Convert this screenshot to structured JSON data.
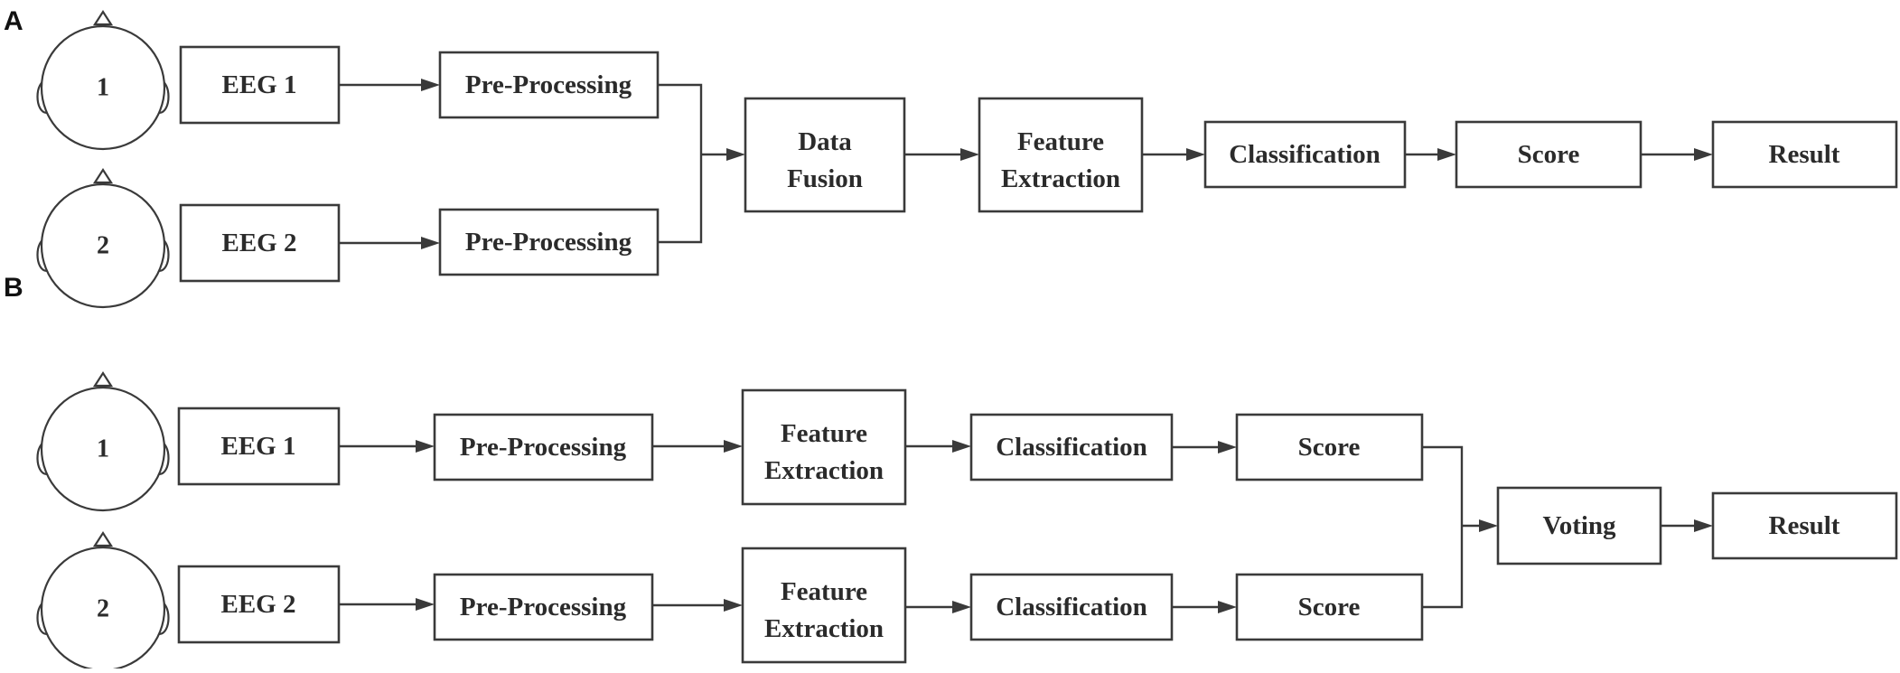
{
  "panel_a": {
    "label": "A",
    "subjects": [
      {
        "head": "1",
        "eeg": "EEG 1",
        "preprocessing": "Pre-Processing"
      },
      {
        "head": "2",
        "eeg": "EEG 2",
        "preprocessing": "Pre-Processing"
      }
    ],
    "fusion": [
      "Data",
      "Fusion"
    ],
    "feature": [
      "Feature",
      "Extraction"
    ],
    "classification": "Classification",
    "score": "Score",
    "result": "Result"
  },
  "panel_b": {
    "label": "B",
    "subjects": [
      {
        "head": "1",
        "eeg": "EEG 1",
        "preprocessing": "Pre-Processing",
        "feature": [
          "Feature",
          "Extraction"
        ],
        "classification": "Classification",
        "score": "Score"
      },
      {
        "head": "2",
        "eeg": "EEG 2",
        "preprocessing": "Pre-Processing",
        "feature": [
          "Feature",
          "Extraction"
        ],
        "classification": "Classification",
        "score": "Score"
      }
    ],
    "voting": "Voting",
    "result": "Result"
  }
}
